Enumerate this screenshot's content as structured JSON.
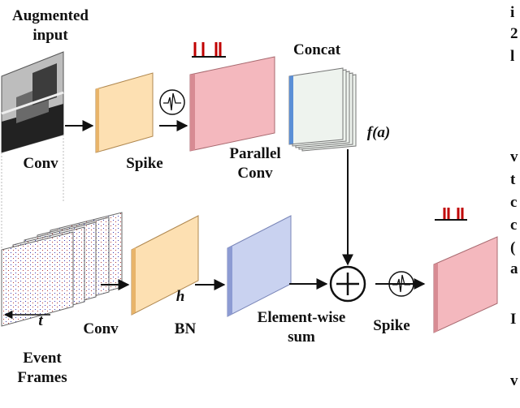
{
  "labels": {
    "augmented_input": "Augmented\ninput",
    "conv_top": "Conv",
    "spike_top": "Spike",
    "parallel_conv": "Parallel\nConv",
    "concat": "Concat",
    "f_a": "f(a)",
    "h": "h",
    "conv_bottom": "Conv",
    "bn": "BN",
    "element_wise_sum": "Element-wise\nsum",
    "spike_bottom": "Spike",
    "event_frames": "Event\nFrames",
    "t": "t"
  },
  "edge_text": [
    "i",
    "2",
    "l",
    "v",
    "t",
    "c",
    "c",
    "(",
    "a",
    "I",
    "v"
  ],
  "colors": {
    "orange_block": "#fde0b2",
    "pink_block": "#f4b8be",
    "blue_block": "#c9d2f0",
    "concat_blue": "#5b8fd6",
    "spike_marks": "#c00000",
    "arrow": "#111111"
  }
}
